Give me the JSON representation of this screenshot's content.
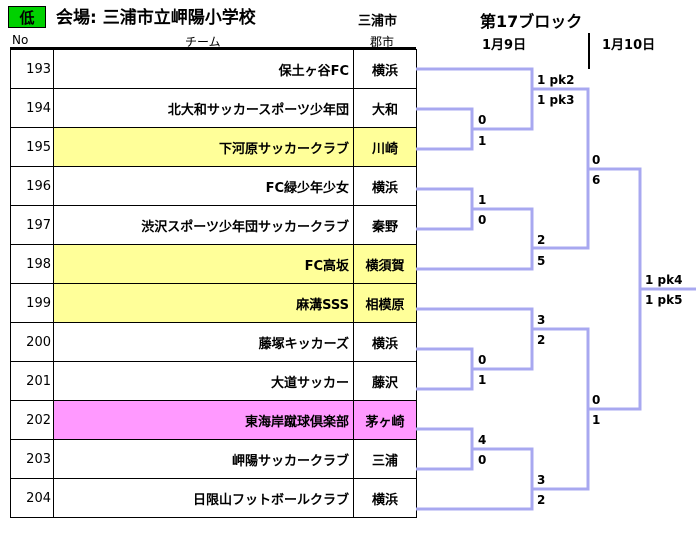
{
  "header": {
    "badge": "低",
    "venue": "会場: 三浦市立岬陽小学校",
    "city": "三浦市",
    "block": "第17ブロック",
    "date1": "1月9日",
    "date2": "1月10日",
    "col_no": "No",
    "col_team": "チーム",
    "col_area": "郡市"
  },
  "teams": [
    {
      "no": "193",
      "name": "保土ヶ谷FC",
      "area": "横浜",
      "highlight": ""
    },
    {
      "no": "194",
      "name": "北大和サッカースポーツ少年団",
      "area": "大和",
      "highlight": ""
    },
    {
      "no": "195",
      "name": "下河原サッカークラブ",
      "area": "川崎",
      "highlight": "yellow"
    },
    {
      "no": "196",
      "name": "FC緑少年少女",
      "area": "横浜",
      "highlight": ""
    },
    {
      "no": "197",
      "name": "渋沢スポーツ少年団サッカークラブ",
      "area": "秦野",
      "highlight": ""
    },
    {
      "no": "198",
      "name": "FC高坂",
      "area": "横須賀",
      "highlight": "yellow"
    },
    {
      "no": "199",
      "name": "麻溝SSS",
      "area": "相模原",
      "highlight": "yellow"
    },
    {
      "no": "200",
      "name": "藤塚キッカーズ",
      "area": "横浜",
      "highlight": ""
    },
    {
      "no": "201",
      "name": "大道サッカー",
      "area": "藤沢",
      "highlight": ""
    },
    {
      "no": "202",
      "name": "東海岸蹴球倶楽部",
      "area": "茅ヶ崎",
      "highlight": "pink"
    },
    {
      "no": "203",
      "name": "岬陽サッカークラブ",
      "area": "三浦",
      "highlight": ""
    },
    {
      "no": "204",
      "name": "日限山フットボールクラブ",
      "area": "横浜",
      "highlight": ""
    }
  ],
  "scores": {
    "m1_top": "0",
    "m1_bot": "1",
    "m2_top": "1 pk2",
    "m2_bot": "1 pk3",
    "m3_top": "1",
    "m3_bot": "0",
    "m4_top": "2",
    "m4_bot": "5",
    "m5_top": "0",
    "m5_bot": "6",
    "m6_top": "0",
    "m6_bot": "1",
    "m7_top": "3",
    "m7_bot": "2",
    "m8_top": "4",
    "m8_bot": "0",
    "m9_top": "3",
    "m9_bot": "2",
    "m10_top": "0",
    "m10_bot": "1",
    "final_top": "1 pk4",
    "final_bot": "1 pk5"
  },
  "colors": {
    "bracket_line": "#a8a8f0",
    "badge_green": "#00d100",
    "highlight_yellow": "#ffff99",
    "highlight_pink": "#ff99ff"
  }
}
